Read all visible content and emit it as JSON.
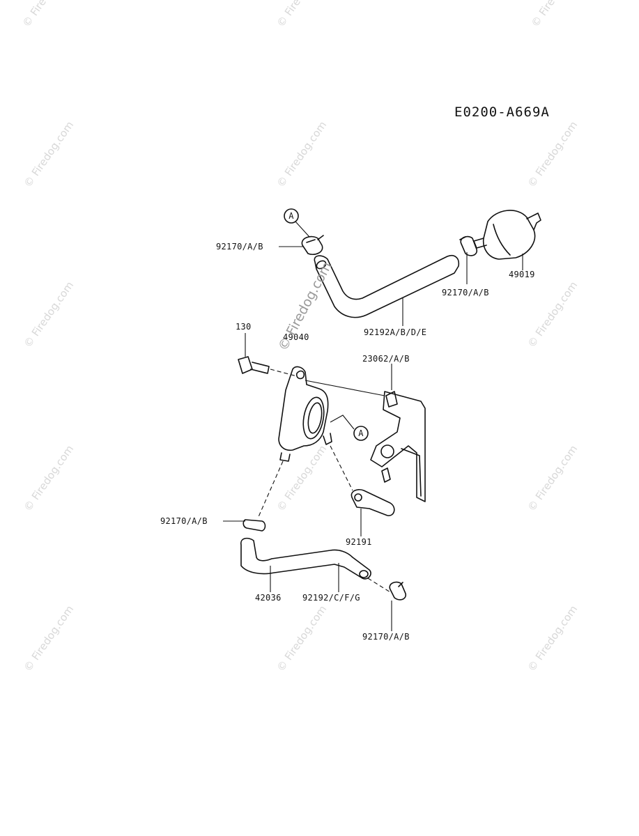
{
  "diagram": {
    "code": "E0200-A669A",
    "callout_marker": "A",
    "watermark_text": "© Firedog.com",
    "labels": {
      "clamp_top_left": "92170/A/B",
      "clamp_top_right": "92170/A/B",
      "filter": "49019",
      "hose_top": "92192A/B/D/E",
      "bolt": "130",
      "pump": "49040",
      "bracket": "23062/A/B",
      "clamp_mid_left": "92170/A/B",
      "elbow": "92191",
      "hose_bottom_left": "42036",
      "hose_bottom": "92192/C/F/G",
      "clamp_bottom": "92170/A/B"
    }
  }
}
